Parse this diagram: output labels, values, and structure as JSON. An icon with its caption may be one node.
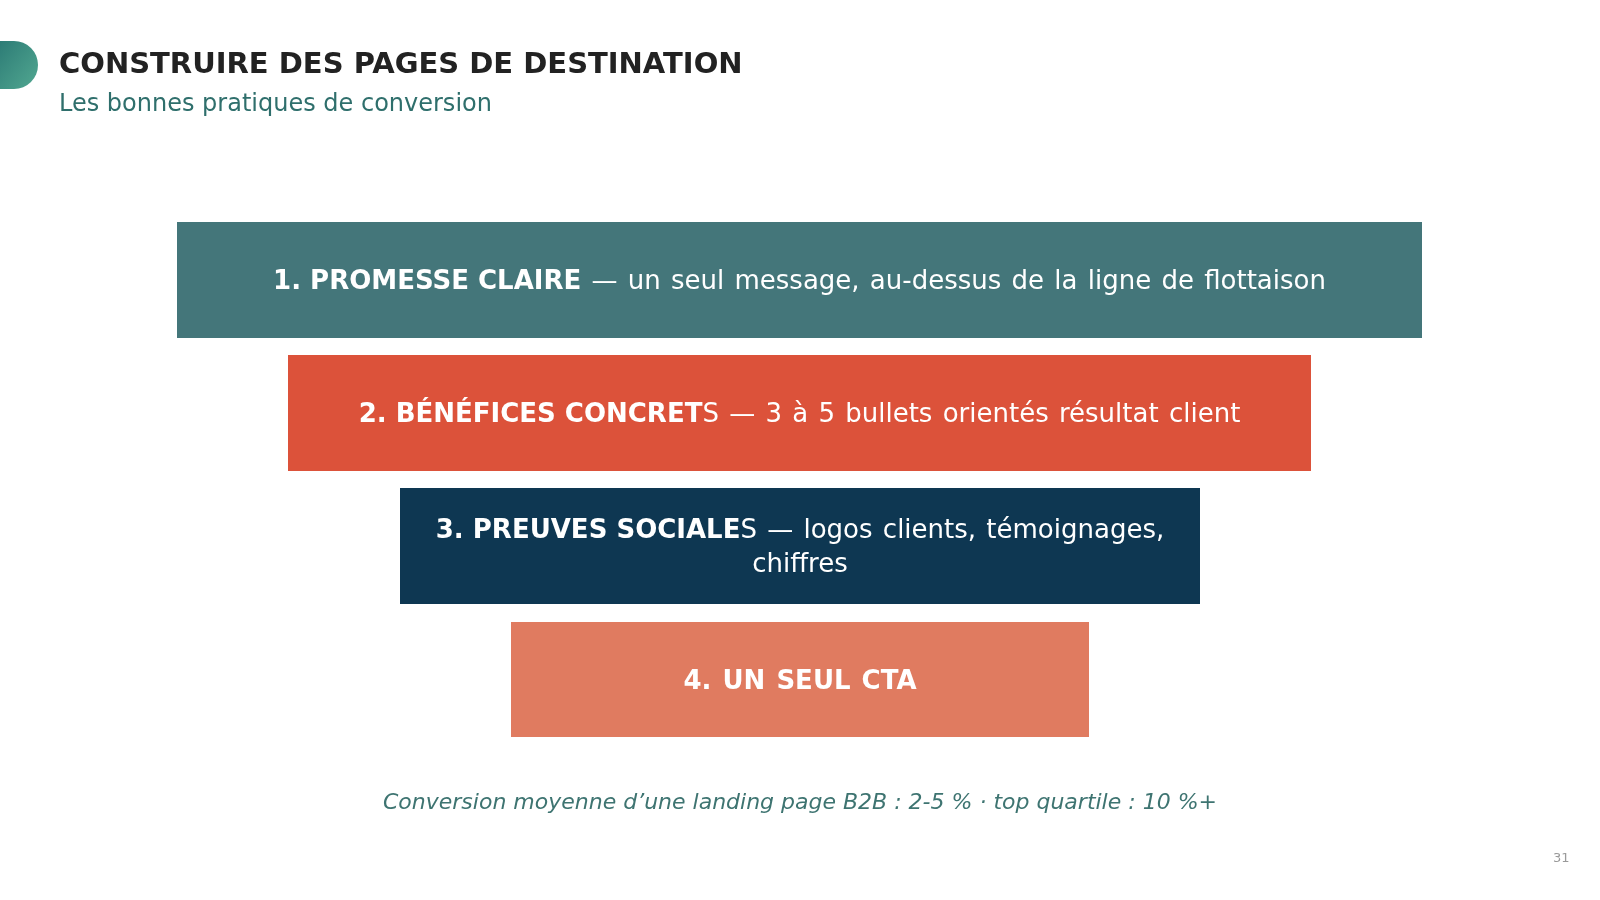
{
  "diagram": {
    "title": "CONSTRUIRE DES PAGES DE DESTINATION",
    "caption": "Conversion moyenne d’une landing page B2B : 2-5 % · top quartile : 10 %+",
    "nodes": [
      {
        "text": [
          "**1. PROMESSE CLAIRE** — un seul message, au-dessus de la ligne de flottaison"
        ]
      },
      {
        "text": [
          "**2. BÉNÉFICES CONCRET**S — 3 à 5 bullets orientés résultat client"
        ]
      },
      {
        "text": [
          "**3. PREUVES SOCIALE**S — logos clients, témoignages, chiffres"
        ]
      },
      {
        "text": [
          "4. UN SEUL CTA"
        ]
      }
    ],
    "labels": [
      "Les bonnes pratiques de conversion",
      "31"
    ]
  }
}
